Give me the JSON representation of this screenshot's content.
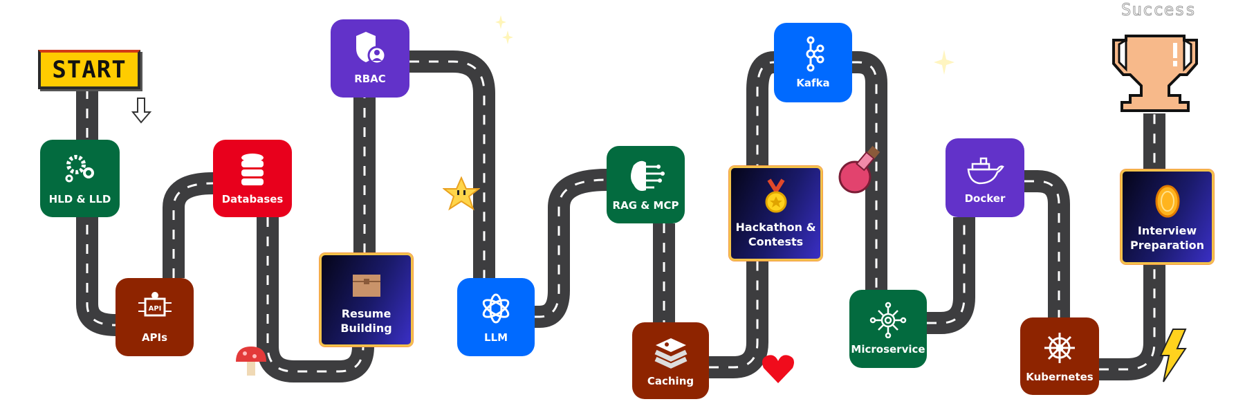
{
  "start_label": "START",
  "end_label": "Success",
  "colors": {
    "road": "#3d3d3f",
    "green": "#036b3f",
    "red": "#e8001c",
    "brown": "#8e2400",
    "purple": "#6232c9",
    "blue": "#006aff",
    "gold": "#f3c24a"
  },
  "nodes": [
    {
      "label": "HLD & LLD",
      "icon": "gears-icon"
    },
    {
      "label": "APIs",
      "icon": "api-icon"
    },
    {
      "label": "Databases",
      "icon": "database-icon"
    },
    {
      "label": "RBAC",
      "icon": "shield-user-icon"
    },
    {
      "label": "Resume Building",
      "icon": "treasure-chest-icon"
    },
    {
      "label": "LLM",
      "icon": "openai-icon"
    },
    {
      "label": "RAG & MCP",
      "icon": "brain-circuit-icon"
    },
    {
      "label": "Caching",
      "icon": "redis-icon"
    },
    {
      "label": "Hackathon & Contests",
      "icon": "medal-icon"
    },
    {
      "label": "Kafka",
      "icon": "kafka-icon"
    },
    {
      "label": "Microservice",
      "icon": "microservice-icon"
    },
    {
      "label": "Docker",
      "icon": "docker-icon"
    },
    {
      "label": "Kubernetes",
      "icon": "helm-icon"
    },
    {
      "label": "Interview Preparation",
      "icon": "coin-icon"
    }
  ]
}
